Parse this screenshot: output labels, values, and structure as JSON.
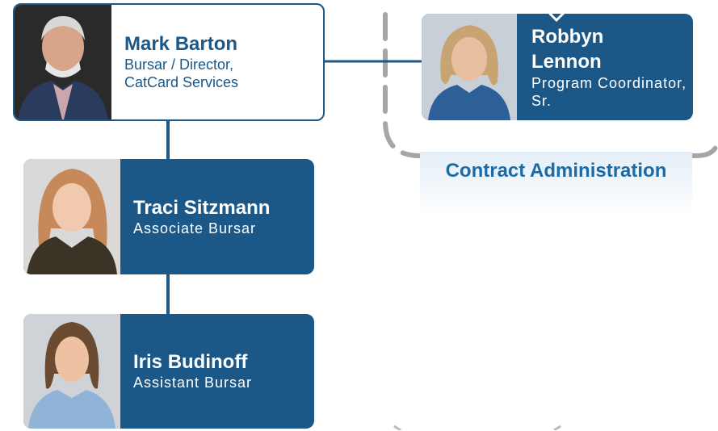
{
  "people": {
    "mark": {
      "name": "Mark Barton",
      "title": "Bursar / Director, CatCard Services"
    },
    "robbyn": {
      "name": "Robbyn Lennon",
      "title": "Program Coordinator, Sr."
    },
    "traci": {
      "name": "Traci Sitzmann",
      "title": "Associate Bursar"
    },
    "iris": {
      "name": "Iris Budinoff",
      "title": "Assistant Bursar"
    }
  },
  "groups": {
    "contract": {
      "label": "Contract Administration"
    }
  },
  "colors": {
    "card": "#1b5888",
    "label": "#1b6ba6",
    "dashed": "#a6a6a6"
  }
}
